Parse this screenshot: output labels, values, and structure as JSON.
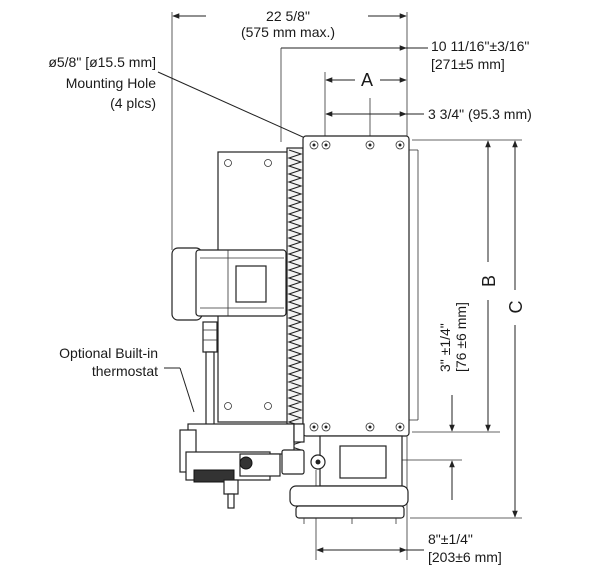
{
  "labels": {
    "overall_width": "22 5/8\"",
    "overall_width_metric": "(575 mm max.)",
    "mount_offset": "10 11/16\"±3/16\"",
    "mount_offset_metric": "[271±5 mm]",
    "dim_a": "A",
    "hole_spacing": "3 3/4\" (95.3 mm)",
    "hole_size": "ø5/8\" [ø15.5 mm]",
    "hole_title": "Mounting Hole",
    "hole_count": "(4 plcs)",
    "thermostat_line1": "Optional Built-in",
    "thermostat_line2": "thermostat",
    "vertical_offset": "3\" ±1/4\"",
    "vertical_offset_metric": "[76 ±6 mm]",
    "dim_b": "B",
    "dim_c": "C",
    "base_offset": "8\"±1/4\"",
    "base_offset_metric": "[203±6 mm]"
  }
}
